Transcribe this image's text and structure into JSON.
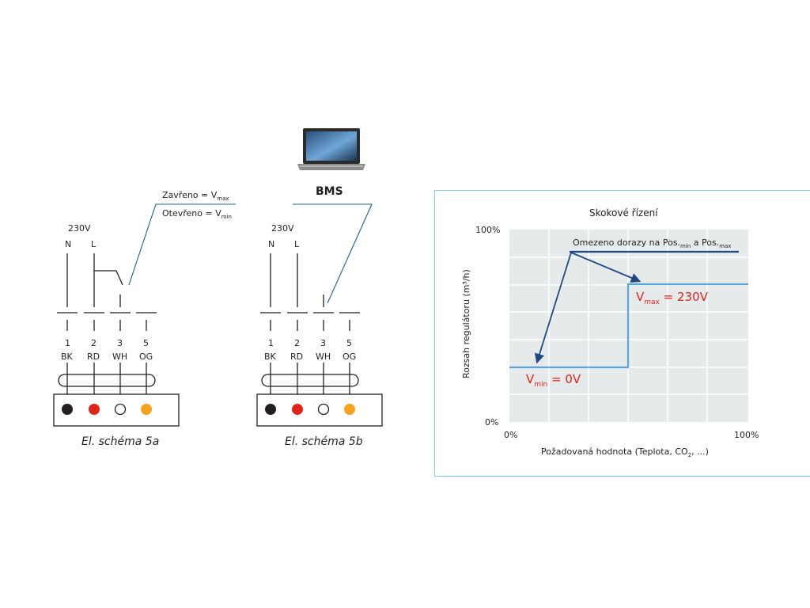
{
  "schema_5a": {
    "voltage": "230V",
    "top_labels": [
      "N",
      "L"
    ],
    "switch_closed": "Zavřeno = V",
    "switch_closed_sub": "max",
    "switch_open": "Otevřeno = V",
    "switch_open_sub": "min",
    "terminal_numbers": [
      "1",
      "2",
      "3",
      "5"
    ],
    "terminal_colors": [
      "BK",
      "RD",
      "WH",
      "OG"
    ],
    "caption": "El. schéma 5a"
  },
  "schema_5b": {
    "voltage": "230V",
    "top_labels": [
      "N",
      "L"
    ],
    "bms_label": "BMS",
    "terminal_numbers": [
      "1",
      "2",
      "3",
      "5"
    ],
    "terminal_colors": [
      "BK",
      "RD",
      "WH",
      "OG"
    ],
    "caption": "El. schéma 5b"
  },
  "dot_colors": [
    "#231f20",
    "#e2231a",
    "#ffffff",
    "#f7a21b"
  ],
  "graph": {
    "title": "Skokové řízení",
    "y_axis_label": "Rozsah regulátoru (m³/h)",
    "y_top": "100%",
    "y_bottom": "0%",
    "x_left": "0%",
    "x_right": "100%",
    "x_axis_label_main": "Požadovaná hodnota (Teplota, CO",
    "x_axis_label_sub": "2",
    "x_axis_label_end": ", ...)",
    "limit_text": "Omezeno dorazy na Pos.",
    "limit_sub1": "min",
    "limit_mid": " a  Pos.",
    "limit_sub2": "max",
    "vmax_text": "V",
    "vmax_sub": "max",
    "vmax_value": " = 230V",
    "vmin_text": "V",
    "vmin_sub": "min",
    "vmin_value": " = 0V",
    "colors": {
      "frame": "#7ccfd6",
      "grid_bg": "#e7eaea",
      "grid_line": "#ffffff",
      "step_line": "#5aa7dc",
      "limit_line": "#1d4a86",
      "accent_red": "#e2231a"
    }
  },
  "icons": [
    "laptop-icon"
  ]
}
